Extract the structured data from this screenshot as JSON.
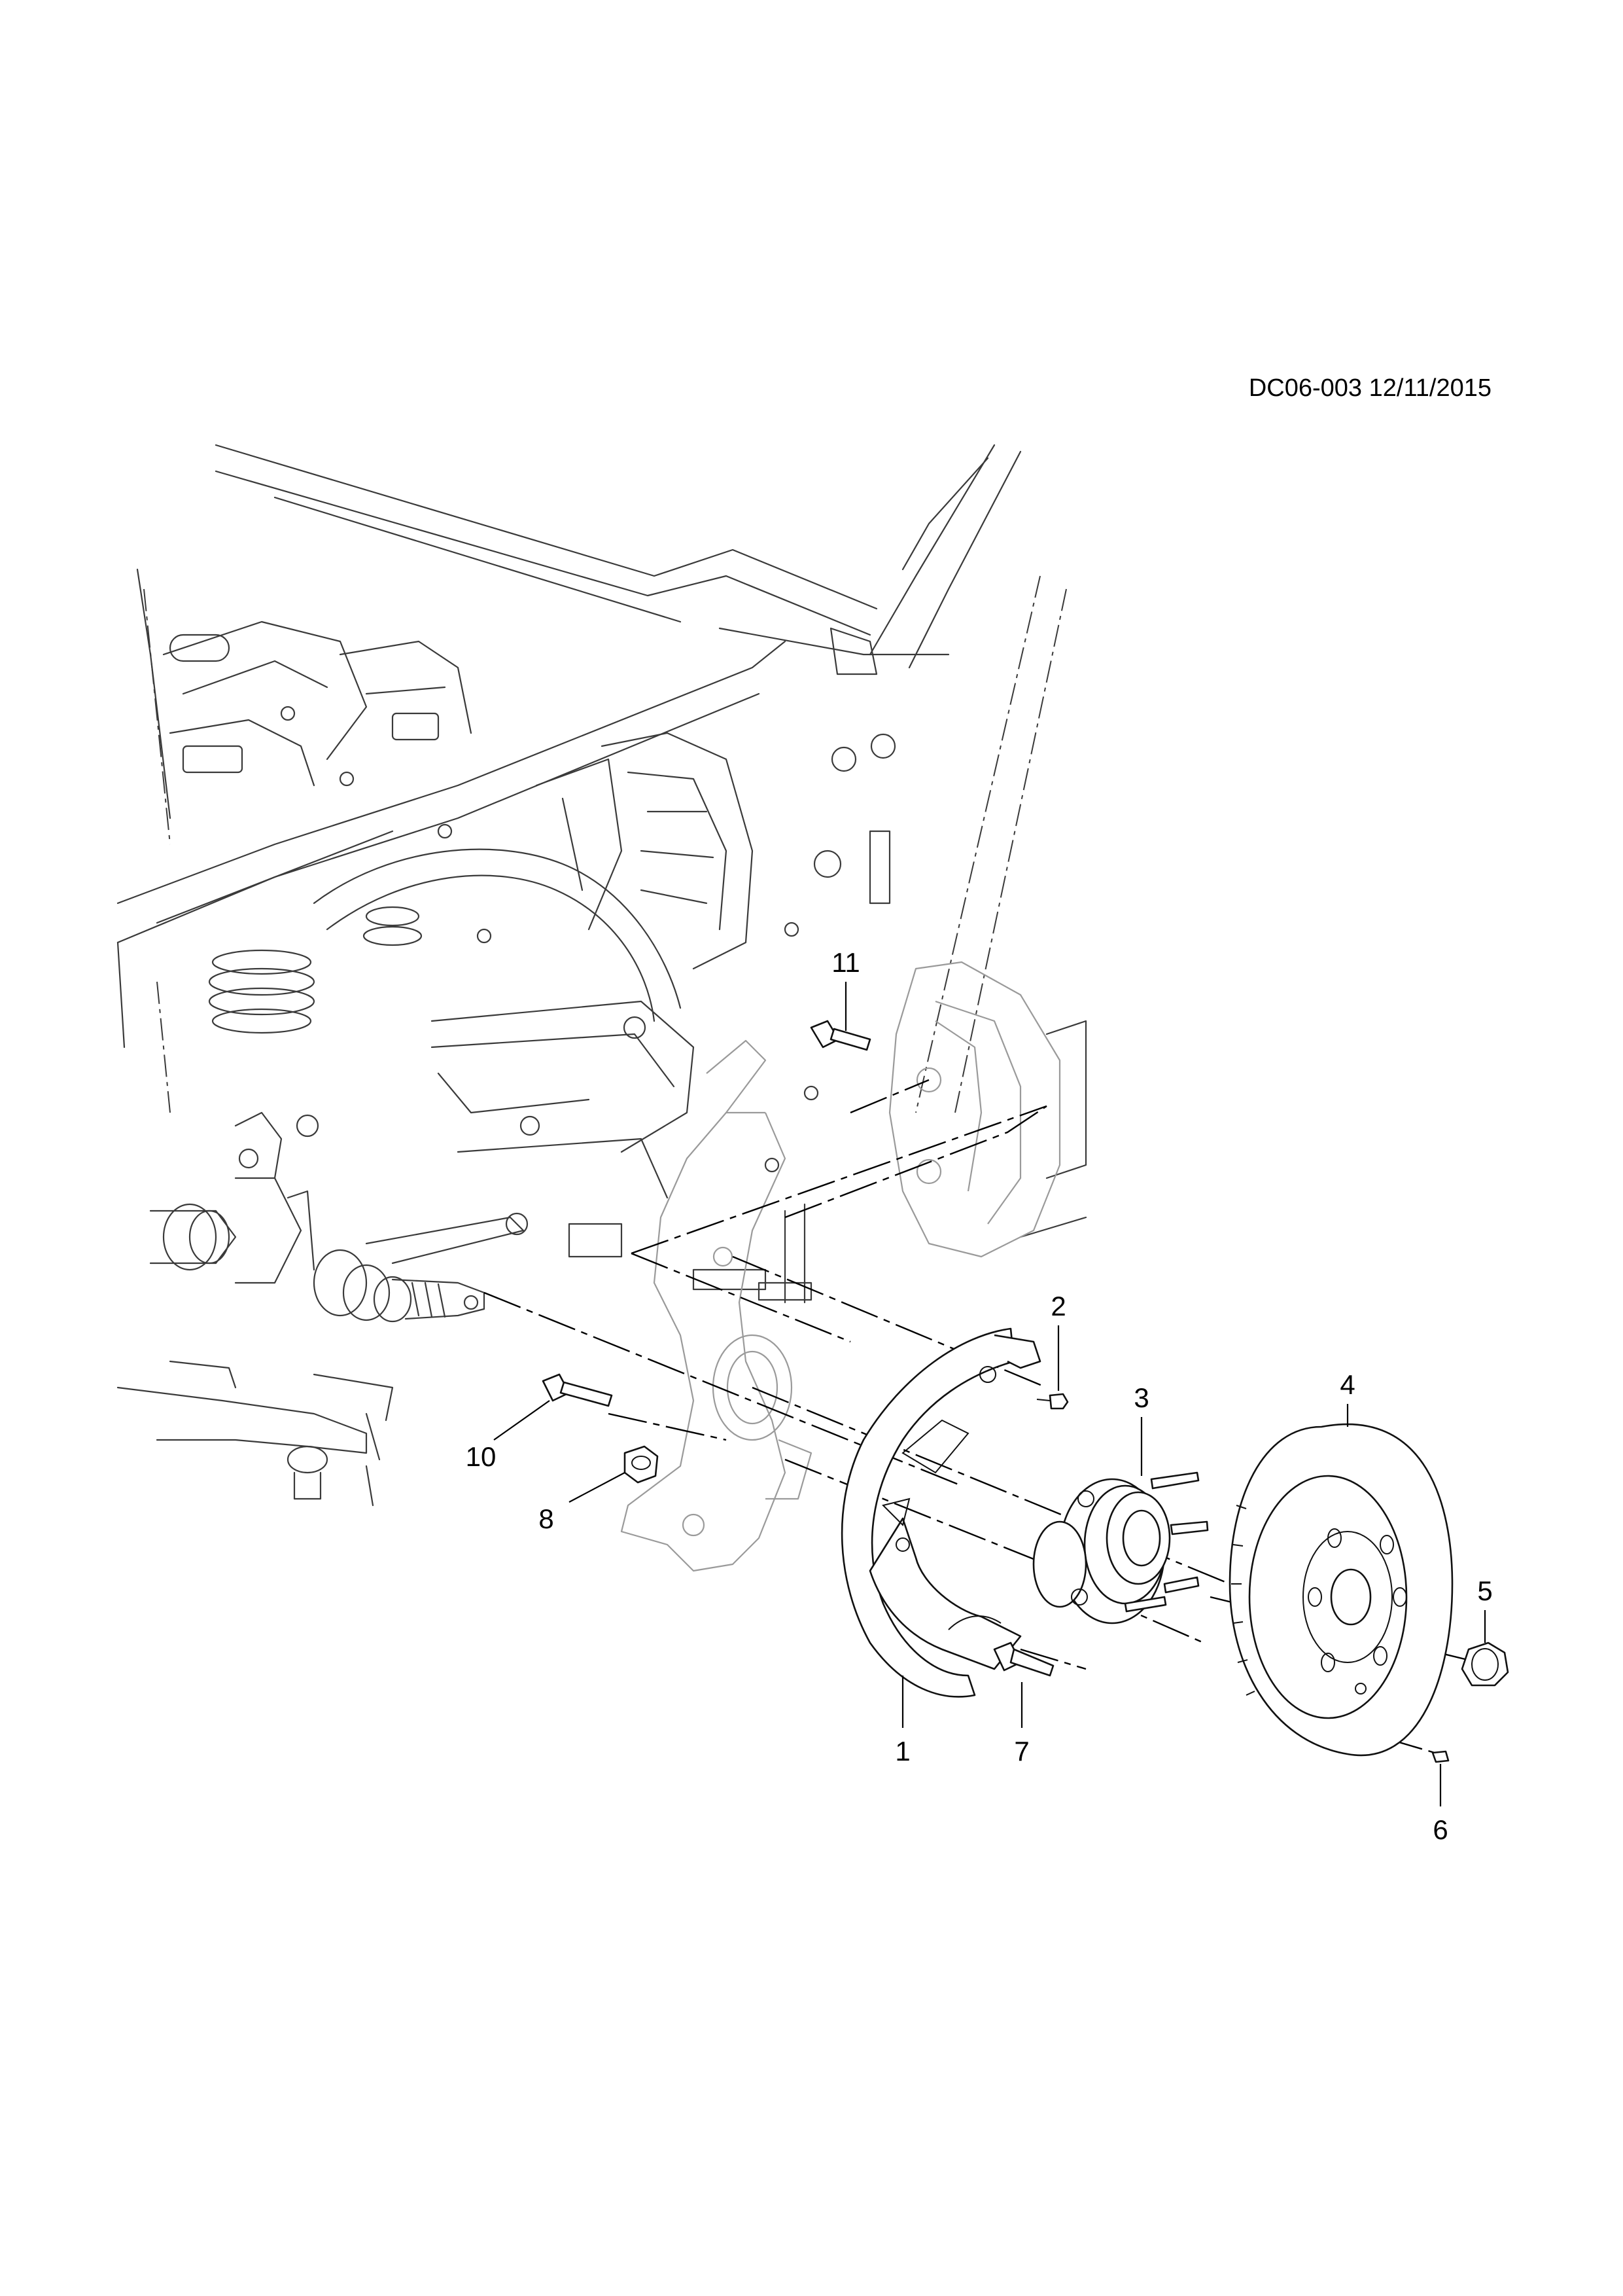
{
  "header": {
    "drawing_ref": "DC06-003 12/11/2015"
  },
  "callouts": [
    {
      "number": "1"
    },
    {
      "number": "2"
    },
    {
      "number": "3"
    },
    {
      "number": "4"
    },
    {
      "number": "5"
    },
    {
      "number": "6"
    },
    {
      "number": "7"
    },
    {
      "number": "8"
    },
    {
      "number": "10"
    },
    {
      "number": "11"
    }
  ],
  "parts": [
    {
      "id": "1",
      "icon": "splash-shield"
    },
    {
      "id": "2",
      "icon": "screw"
    },
    {
      "id": "3",
      "icon": "wheel-hub-bearing"
    },
    {
      "id": "4",
      "icon": "brake-rotor"
    },
    {
      "id": "5",
      "icon": "axle-nut"
    },
    {
      "id": "6",
      "icon": "rotor-screw"
    },
    {
      "id": "7",
      "icon": "hub-bolt"
    },
    {
      "id": "8",
      "icon": "flange-nut"
    },
    {
      "id": "10",
      "icon": "knuckle-bolt"
    },
    {
      "id": "11",
      "icon": "caliper-bolt"
    }
  ],
  "colors": {
    "line": "#111111",
    "ghost": "#9a9a9a",
    "background": "#ffffff"
  }
}
